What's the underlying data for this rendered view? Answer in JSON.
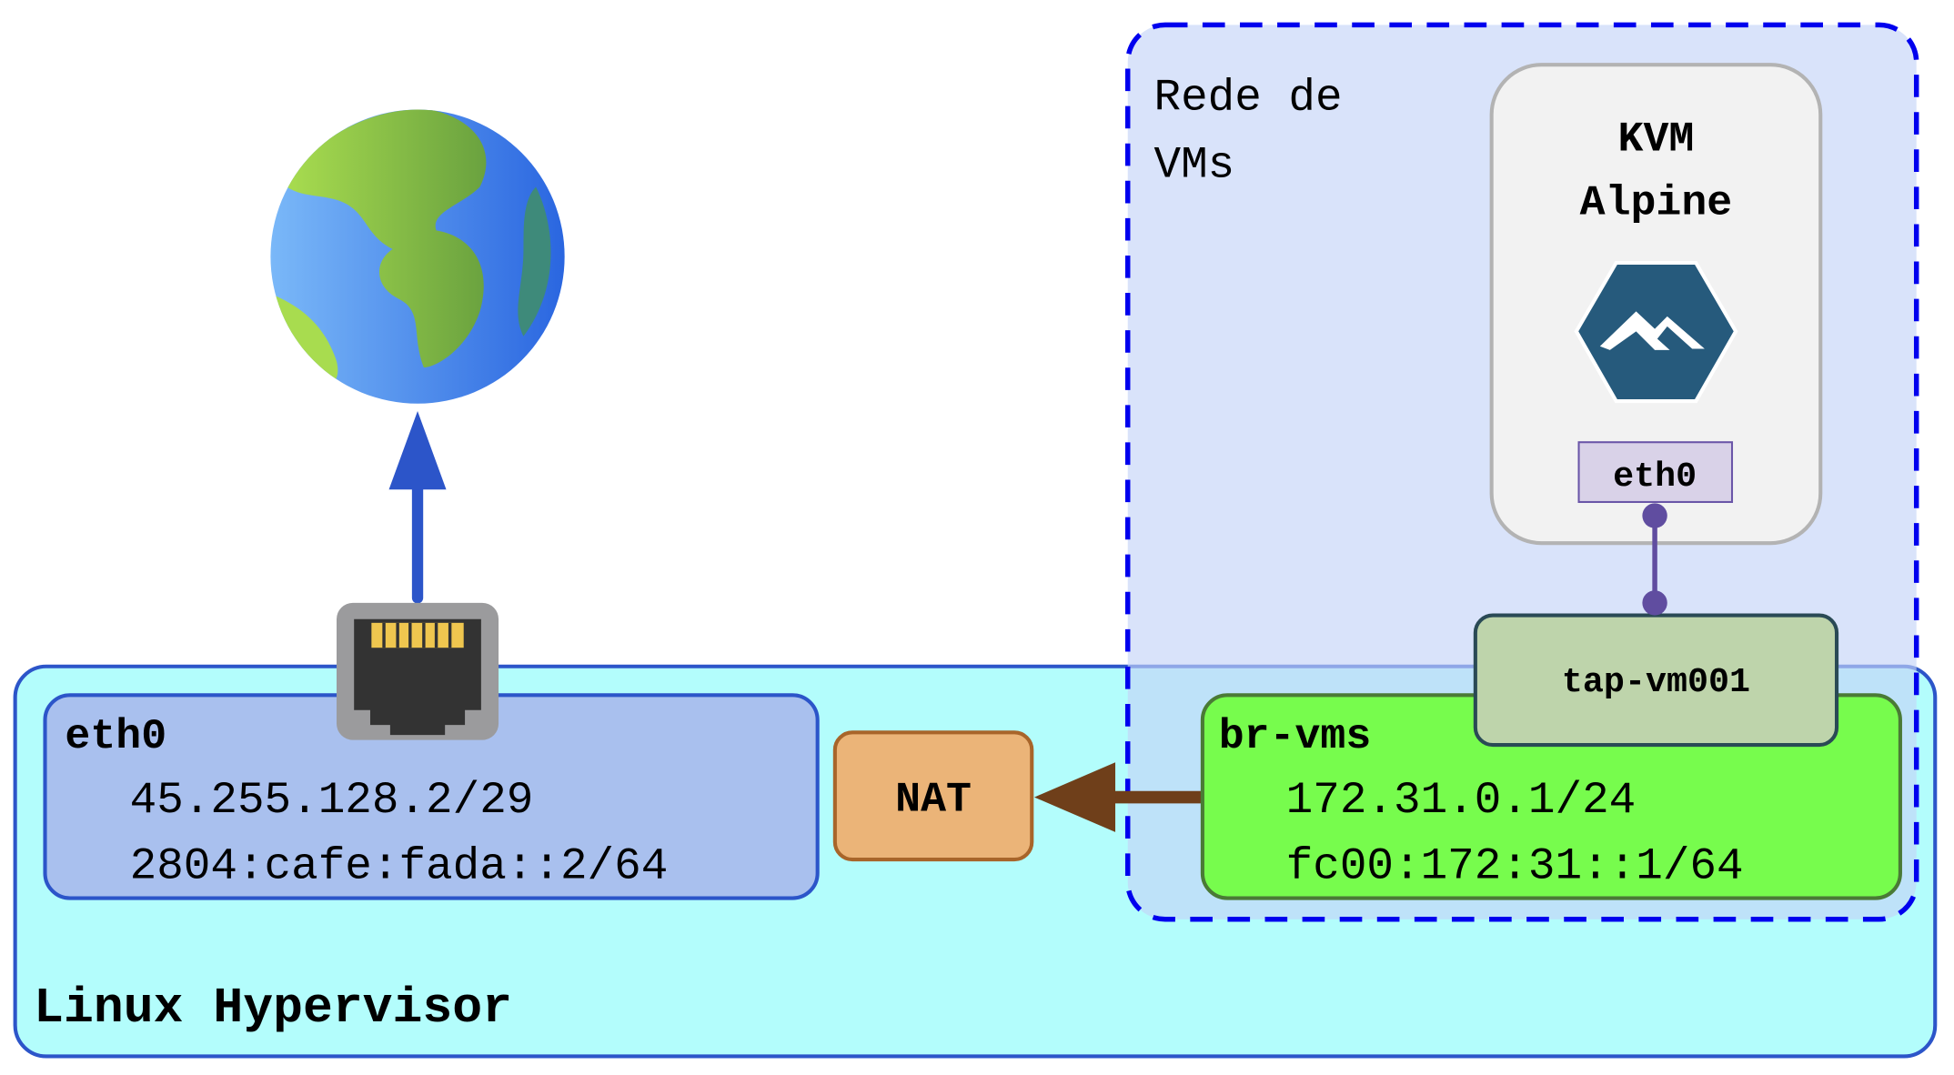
{
  "hypervisor": {
    "label": "Linux Hypervisor"
  },
  "host_eth0": {
    "name": "eth0",
    "ipv4": "45.255.128.2/29",
    "ipv6": "2804:cafe:fada::2/64"
  },
  "nat": {
    "label": "NAT"
  },
  "vm_network": {
    "label_line1": "Rede de",
    "label_line2": "VMs"
  },
  "bridge": {
    "name": "br-vms",
    "ipv4": "172.31.0.1/24",
    "ipv6": "fc00:172:31::1/64"
  },
  "tap": {
    "name": "tap-vm001"
  },
  "vm": {
    "title_line1": "KVM",
    "title_line2": "Alpine",
    "interface": "eth0"
  },
  "icons": {
    "internet": "globe-icon",
    "port": "ethernet-port-icon",
    "os": "alpine-linux-logo"
  },
  "colors": {
    "hypervisor_fill": "#b3fdfc",
    "eth0_fill": "#a9c0ee",
    "nat_fill": "#ebb478",
    "bridge_fill": "#77fc4d",
    "tap_fill": "#bed4ab",
    "vm_net_border": "#0000ee"
  }
}
